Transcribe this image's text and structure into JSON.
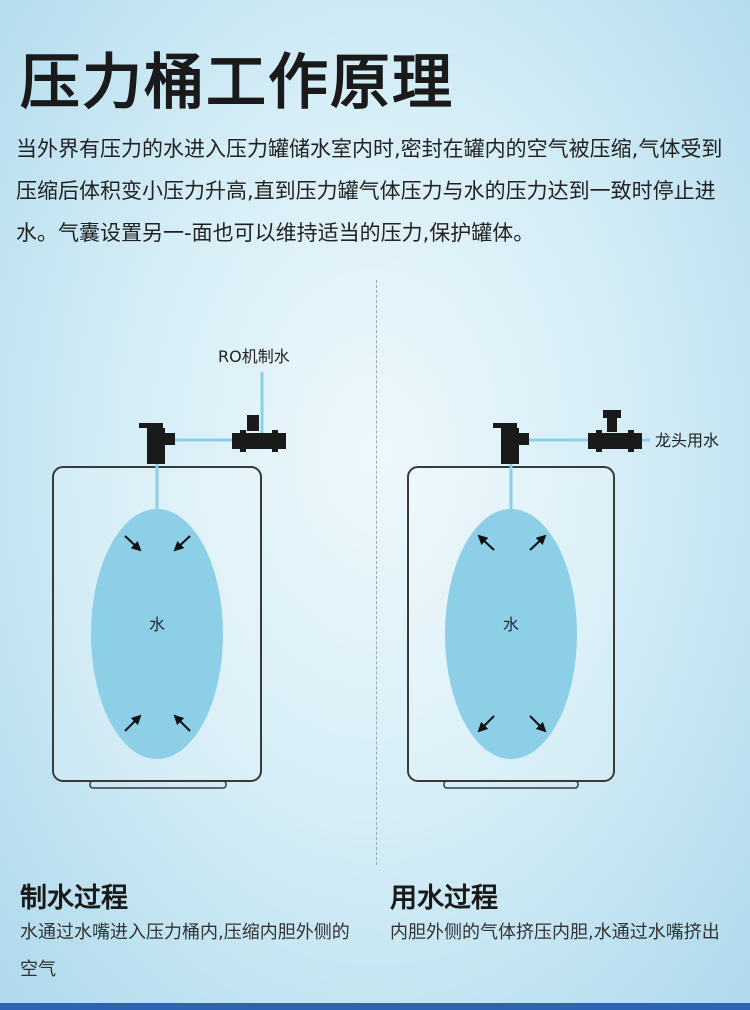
{
  "title": "压力桶工作原理",
  "intro": "当外界有压力的水进入压力罐储水室内时,密封在罐内的空气被压缩,气体受到压缩后体积变小压力升高,直到压力罐气体压力与水的压力达到一致时停止进水。气囊设置另一-面也可以维持适当的压力,保护罐体。",
  "left_diagram": {
    "inlet_label": "RO机制水",
    "water_label": "水",
    "arrow_direction": "inward"
  },
  "right_diagram": {
    "outlet_label": "龙头用水",
    "water_label": "水",
    "arrow_direction": "outward"
  },
  "sections": [
    {
      "heading": "制水过程",
      "description": "水通过水嘴进入压力桶内,压缩内胆外侧的空气"
    },
    {
      "heading": "用水过程",
      "description": "内胆外侧的气体挤压内胆,水通过水嘴挤出"
    }
  ],
  "colors": {
    "water": "#8ccfe6",
    "pipe": "#8ccfe6",
    "tank_outline": "#3a3a3a",
    "fitting": "#1a1a1a",
    "bottom_bar": "#2d62b4"
  }
}
